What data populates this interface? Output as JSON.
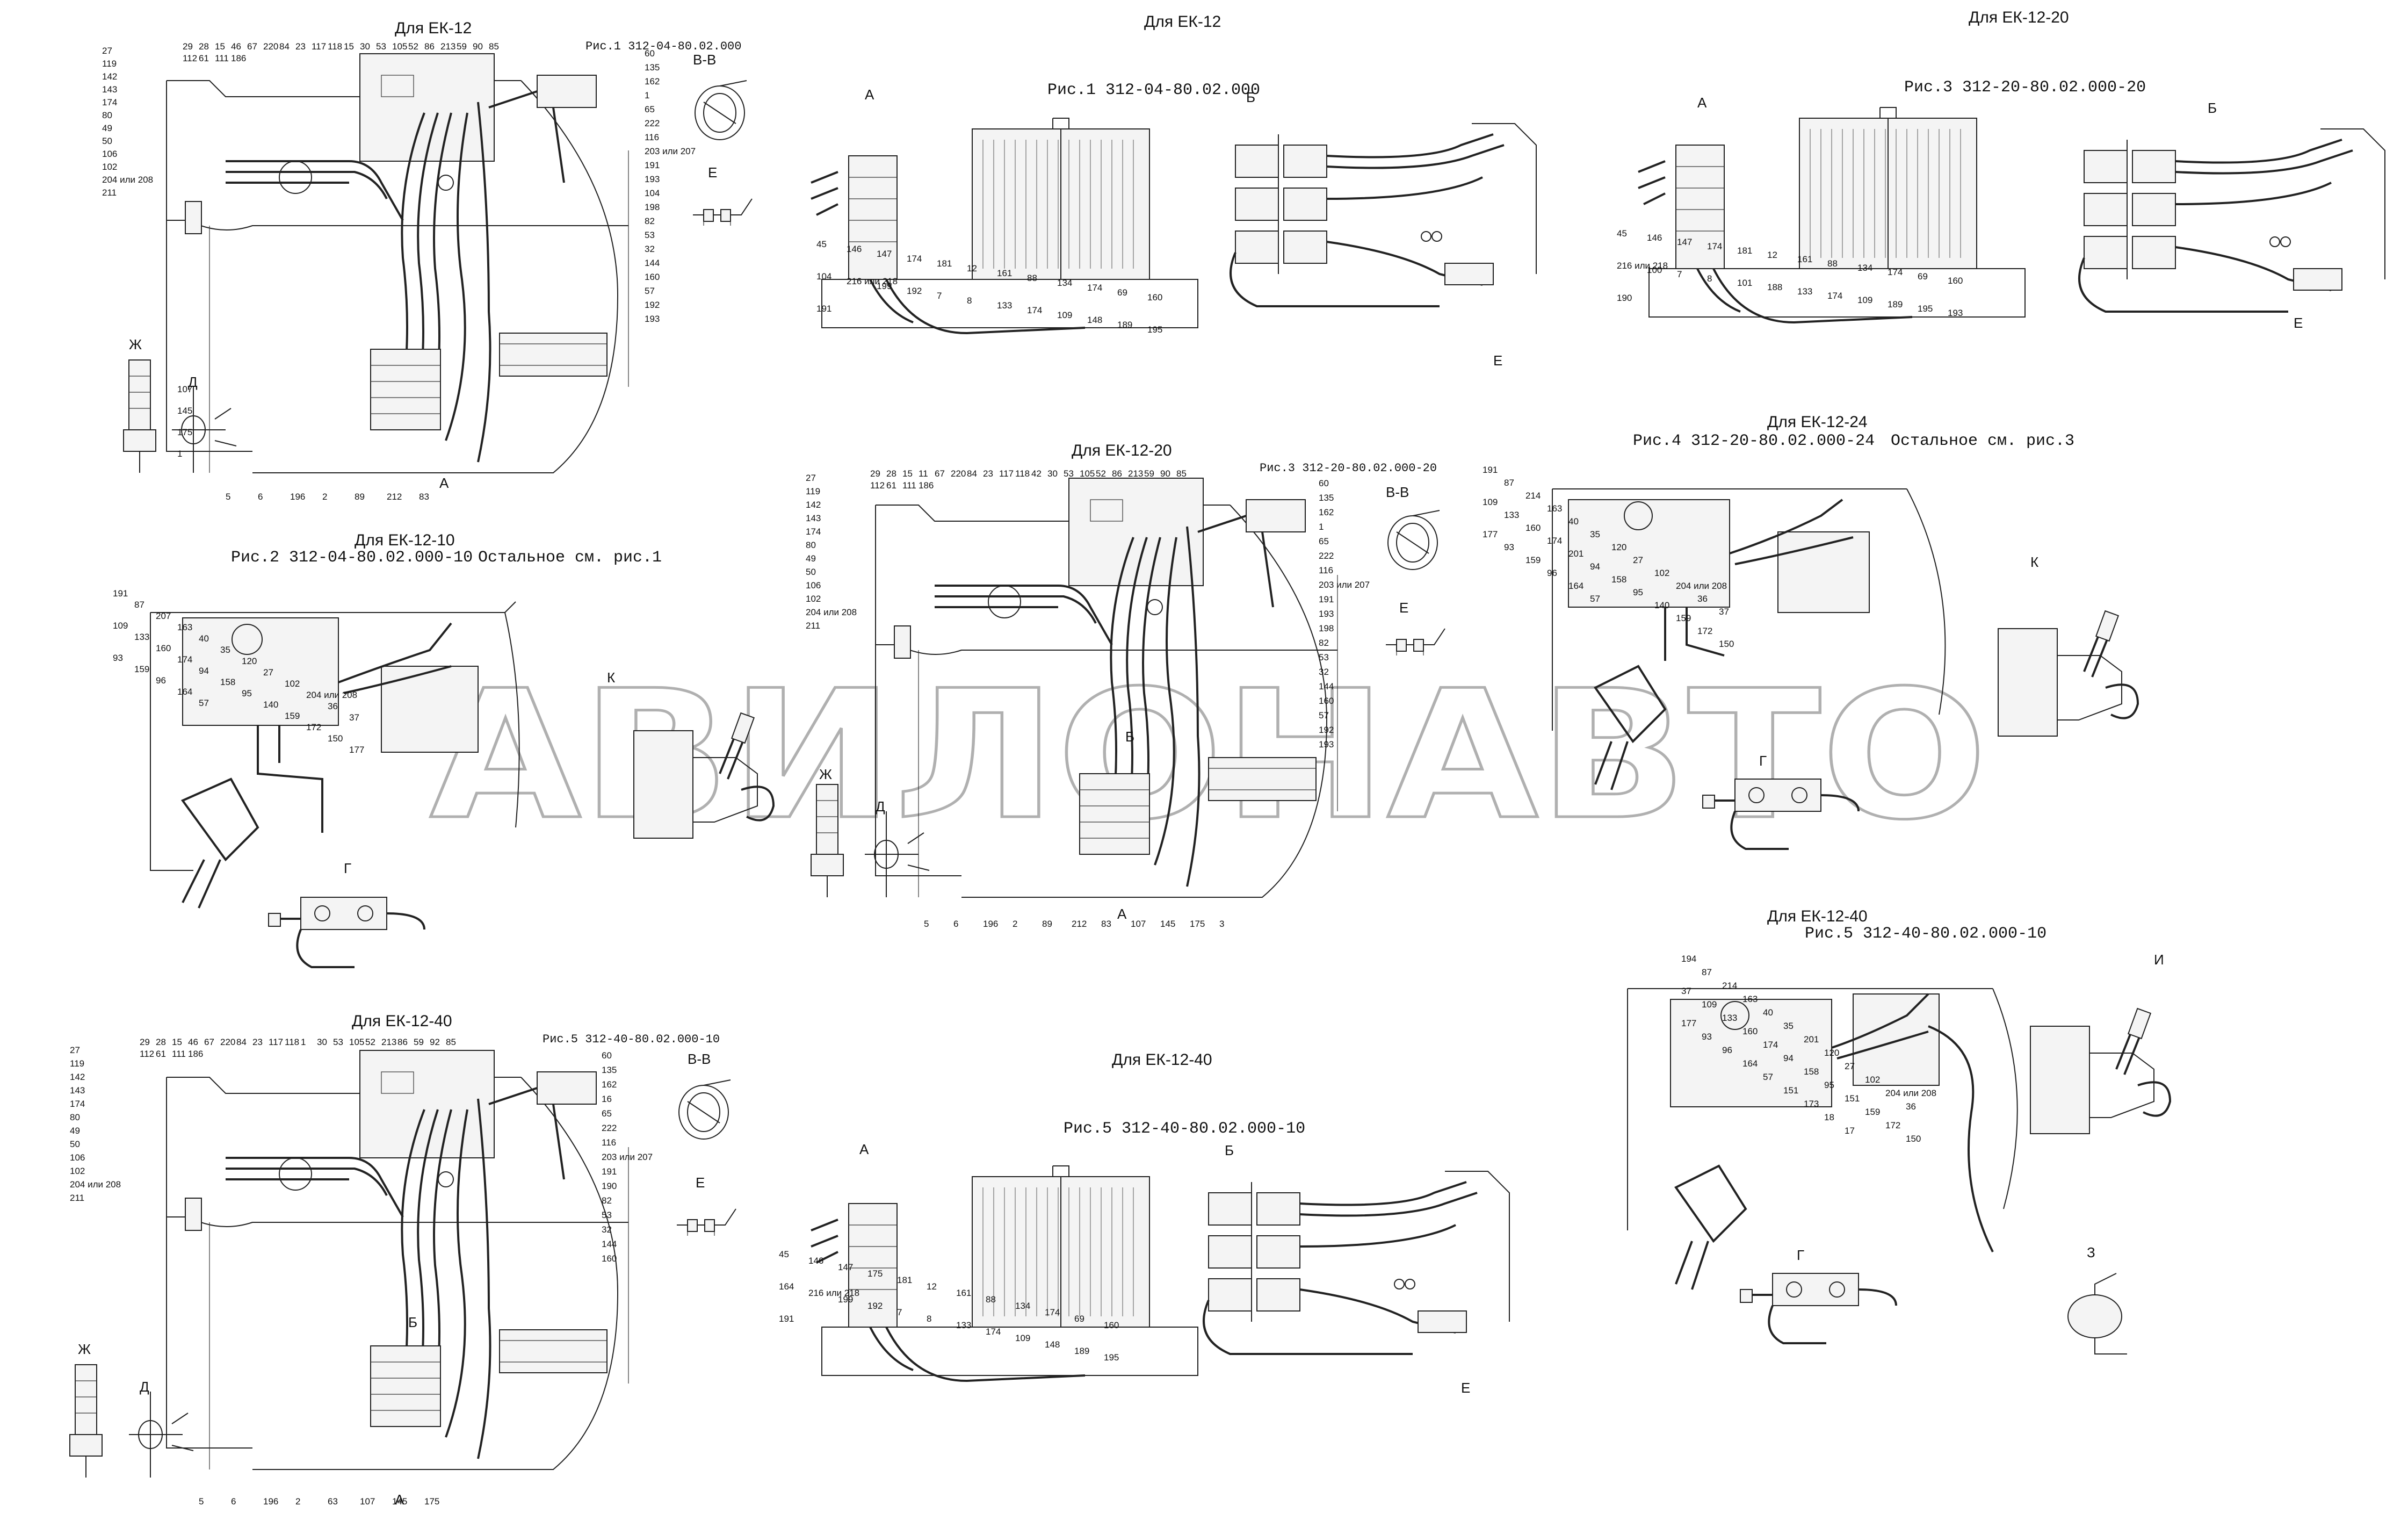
{
  "watermark": "АВИЛОНАВТО",
  "panels": [
    {
      "id": "p1",
      "title": "Для ЕК-12",
      "ref": "Рис.1 312-04-80.02.000",
      "views": [
        "В-В",
        "Е",
        "Ж",
        "Д",
        "А"
      ]
    },
    {
      "id": "p2",
      "title": "Для ЕК-12",
      "ref": "Рис.1 312-04-80.02.000",
      "views": [
        "А",
        "Б",
        "Е"
      ]
    },
    {
      "id": "p3",
      "title": "Для ЕК-12-20",
      "ref": "Рис.3 312-20-80.02.000-20",
      "views": [
        "А",
        "Б",
        "Е"
      ]
    },
    {
      "id": "p4",
      "title": "Для ЕК-12-10",
      "ref": "Рис.2 312-04-80.02.000-10",
      "note": "Остальное см. рис.1",
      "views": [
        "К",
        "Г"
      ]
    },
    {
      "id": "p5",
      "title": "Для ЕК-12-20",
      "ref": "Рис.3 312-20-80.02.000-20",
      "views": [
        "В-В",
        "Е",
        "Ж",
        "Д",
        "Б",
        "А"
      ]
    },
    {
      "id": "p6",
      "title": "Для ЕК-12-24",
      "ref": "Рис.4 312-20-80.02.000-24",
      "note": "Остальное см. рис.3",
      "views": [
        "К",
        "Г"
      ]
    },
    {
      "id": "p7",
      "title": "Для ЕК-12-40",
      "ref": "Рис.5 312-40-80.02.000-10",
      "views": [
        "В-В",
        "Е",
        "Ж",
        "Д",
        "Б",
        "А"
      ]
    },
    {
      "id": "p8",
      "title": "Для ЕК-12-40",
      "ref": "Рис.5 312-40-80.02.000-10",
      "views": [
        "А",
        "Б",
        "Е"
      ]
    },
    {
      "id": "p9",
      "title": "Для ЕК-12-40",
      "ref": "Рис.5 312-40-80.02.000-10",
      "views": [
        "И",
        "Г",
        "З"
      ]
    }
  ],
  "callouts": {
    "p1_left": [
      "27",
      "119",
      "142",
      "143",
      "174",
      "80",
      "49",
      "50",
      "106",
      "102",
      "204 или 208",
      "211"
    ],
    "p1_top": [
      "29",
      "28",
      "15",
      "46",
      "67",
      "220",
      "84",
      "23",
      "117",
      "118",
      "15",
      "30",
      "53",
      "105",
      "52",
      "86",
      "213",
      "59",
      "90",
      "85",
      "112",
      "61",
      "111",
      "186"
    ],
    "p1_right": [
      "60",
      "135",
      "162",
      "1",
      "65",
      "222",
      "116",
      "203 или 207",
      "191",
      "193",
      "104",
      "198",
      "82",
      "53",
      "32",
      "144",
      "160",
      "57",
      "192",
      "193"
    ],
    "p1_bottom": [
      "5",
      "6",
      "196",
      "2",
      "89",
      "212",
      "83"
    ],
    "p1_misc": [
      "107",
      "145",
      "175",
      "1"
    ],
    "p2": [
      "45",
      "146",
      "147",
      "174",
      "181",
      "12",
      "161",
      "88",
      "134",
      "174",
      "69",
      "160",
      "104",
      "216 или 218",
      "199",
      "192",
      "7",
      "8",
      "133",
      "174",
      "109",
      "148",
      "189",
      "195",
      "191"
    ],
    "p3": [
      "45",
      "146",
      "147",
      "174",
      "181",
      "12",
      "161",
      "88",
      "134",
      "174",
      "69",
      "160",
      "216 или 218",
      "100",
      "7",
      "8",
      "101",
      "188",
      "133",
      "174",
      "109",
      "189",
      "195",
      "193",
      "190"
    ],
    "p4": [
      "191",
      "87",
      "207",
      "163",
      "40",
      "35",
      "120",
      "27",
      "102",
      "204 или 208",
      "36",
      "37",
      "109",
      "133",
      "160",
      "174",
      "94",
      "158",
      "95",
      "140",
      "159",
      "172",
      "150",
      "177",
      "93",
      "159",
      "96",
      "164",
      "57"
    ],
    "p5_left": [
      "27",
      "119",
      "142",
      "143",
      "174",
      "80",
      "49",
      "50",
      "106",
      "102",
      "204 или 208",
      "211"
    ],
    "p5_top": [
      "29",
      "28",
      "15",
      "11",
      "67",
      "220",
      "84",
      "23",
      "117",
      "118",
      "42",
      "30",
      "53",
      "105",
      "52",
      "86",
      "213",
      "59",
      "90",
      "85",
      "112",
      "61",
      "111",
      "186"
    ],
    "p5_right": [
      "60",
      "135",
      "162",
      "1",
      "65",
      "222",
      "116",
      "203 или 207",
      "191",
      "193",
      "198",
      "82",
      "53",
      "32",
      "144",
      "160",
      "57",
      "192",
      "193"
    ],
    "p5_bottom": [
      "5",
      "6",
      "196",
      "2",
      "89",
      "212",
      "83",
      "107",
      "145",
      "175",
      "3"
    ],
    "p6": [
      "191",
      "87",
      "214",
      "163",
      "40",
      "35",
      "120",
      "27",
      "102",
      "204 или 208",
      "36",
      "37",
      "109",
      "133",
      "160",
      "174",
      "201",
      "94",
      "158",
      "95",
      "140",
      "159",
      "172",
      "150",
      "177",
      "93",
      "159",
      "96",
      "164",
      "57"
    ],
    "p7_left": [
      "27",
      "119",
      "142",
      "143",
      "174",
      "80",
      "49",
      "50",
      "106",
      "102",
      "204 или 208",
      "211"
    ],
    "p7_top": [
      "29",
      "28",
      "15",
      "46",
      "67",
      "220",
      "84",
      "23",
      "117",
      "118",
      "1",
      "30",
      "53",
      "105",
      "52",
      "213",
      "86",
      "59",
      "92",
      "85",
      "112",
      "61",
      "111",
      "186"
    ],
    "p7_right": [
      "60",
      "135",
      "162",
      "16",
      "65",
      "222",
      "116",
      "203 или 207",
      "191",
      "190",
      "82",
      "53",
      "32",
      "144",
      "160"
    ],
    "p7_bottom": [
      "5",
      "6",
      "196",
      "2",
      "63",
      "107",
      "145",
      "175"
    ],
    "p8": [
      "45",
      "146",
      "147",
      "175",
      "181",
      "12",
      "161",
      "88",
      "134",
      "174",
      "69",
      "160",
      "164",
      "216 или 218",
      "199",
      "192",
      "7",
      "8",
      "133",
      "174",
      "109",
      "148",
      "189",
      "195",
      "191"
    ],
    "p9": [
      "194",
      "87",
      "214",
      "163",
      "40",
      "35",
      "201",
      "120",
      "27",
      "102",
      "204 или 208",
      "36",
      "37",
      "109",
      "133",
      "160",
      "174",
      "94",
      "158",
      "95",
      "151",
      "159",
      "172",
      "150",
      "177",
      "93",
      "96",
      "164",
      "57",
      "151",
      "173",
      "18",
      "17"
    ]
  }
}
